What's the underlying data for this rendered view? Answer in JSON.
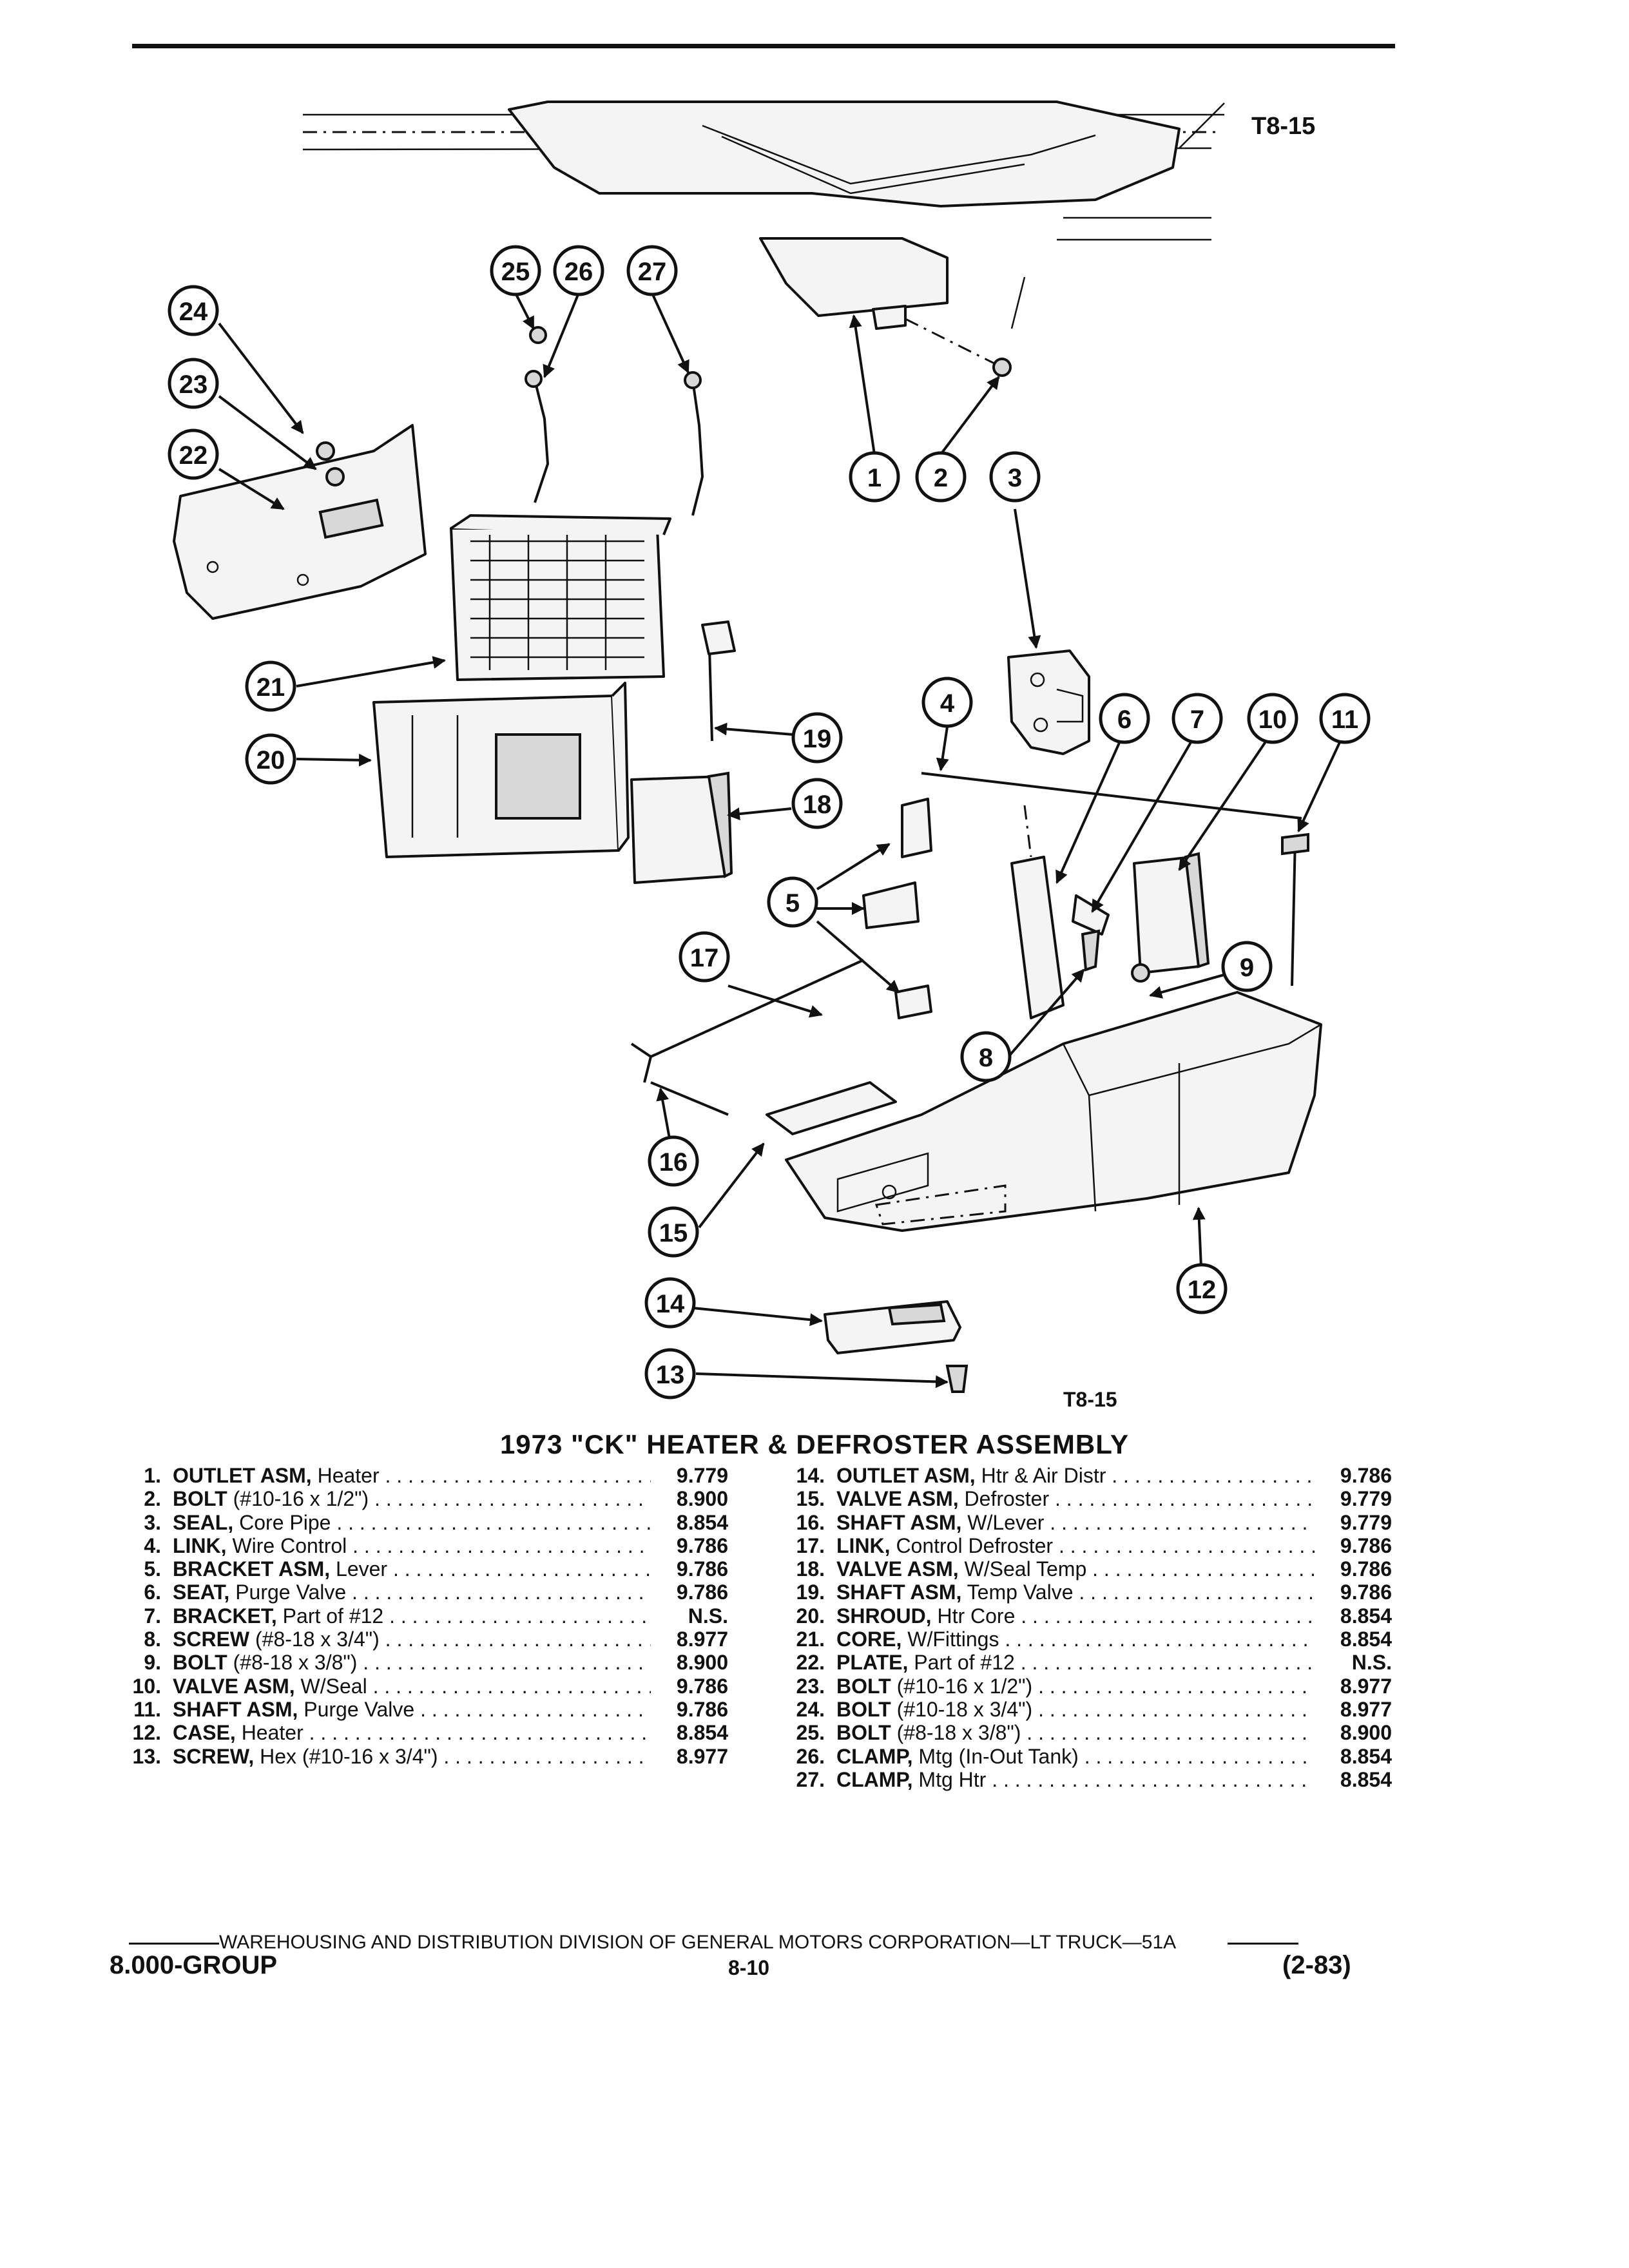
{
  "figure_code_top": "T8-15",
  "figure_code_bottom": "T8-15",
  "title": "1973 \"CK\" HEATER & DEFROSTER ASSEMBLY",
  "callouts": [
    "1",
    "2",
    "3",
    "4",
    "5",
    "6",
    "7",
    "8",
    "9",
    "10",
    "11",
    "12",
    "13",
    "14",
    "15",
    "16",
    "17",
    "18",
    "19",
    "20",
    "21",
    "22",
    "23",
    "24",
    "25",
    "26",
    "27"
  ],
  "parts_left": [
    {
      "num": "1.",
      "name": "OUTLET ASM,",
      "desc": " Heater",
      "code": "9.779"
    },
    {
      "num": "2.",
      "name": "BOLT",
      "desc": " (#10-16 x 1/2\")",
      "code": "8.900"
    },
    {
      "num": "3.",
      "name": "SEAL,",
      "desc": " Core Pipe",
      "code": "8.854"
    },
    {
      "num": "4.",
      "name": "LINK,",
      "desc": " Wire Control",
      "code": "9.786"
    },
    {
      "num": "5.",
      "name": "BRACKET ASM,",
      "desc": " Lever",
      "code": "9.786"
    },
    {
      "num": "6.",
      "name": "SEAT,",
      "desc": " Purge Valve",
      "code": "9.786"
    },
    {
      "num": "7.",
      "name": "BRACKET,",
      "desc": " Part of #12",
      "code": "N.S."
    },
    {
      "num": "8.",
      "name": "SCREW",
      "desc": " (#8-18 x 3/4\")",
      "code": "8.977"
    },
    {
      "num": "9.",
      "name": "BOLT",
      "desc": " (#8-18 x 3/8\")",
      "code": "8.900"
    },
    {
      "num": "10.",
      "name": "VALVE ASM,",
      "desc": " W/Seal",
      "code": "9.786"
    },
    {
      "num": "11.",
      "name": "SHAFT ASM,",
      "desc": " Purge Valve",
      "code": "9.786"
    },
    {
      "num": "12.",
      "name": "CASE,",
      "desc": " Heater",
      "code": "8.854"
    },
    {
      "num": "13.",
      "name": "SCREW,",
      "desc": " Hex (#10-16 x 3/4\")",
      "code": "8.977"
    }
  ],
  "parts_right": [
    {
      "num": "14.",
      "name": "OUTLET ASM,",
      "desc": " Htr & Air Distr",
      "code": "9.786"
    },
    {
      "num": "15.",
      "name": "VALVE ASM,",
      "desc": " Defroster",
      "code": "9.779"
    },
    {
      "num": "16.",
      "name": "SHAFT ASM,",
      "desc": " W/Lever",
      "code": "9.779"
    },
    {
      "num": "17.",
      "name": "LINK,",
      "desc": " Control Defroster",
      "code": "9.786"
    },
    {
      "num": "18.",
      "name": "VALVE ASM,",
      "desc": " W/Seal Temp",
      "code": "9.786"
    },
    {
      "num": "19.",
      "name": "SHAFT ASM,",
      "desc": " Temp Valve",
      "code": "9.786"
    },
    {
      "num": "20.",
      "name": "SHROUD,",
      "desc": " Htr Core",
      "code": "8.854"
    },
    {
      "num": "21.",
      "name": "CORE,",
      "desc": " W/Fittings",
      "code": "8.854"
    },
    {
      "num": "22.",
      "name": "PLATE,",
      "desc": " Part of #12",
      "code": "N.S."
    },
    {
      "num": "23.",
      "name": "BOLT",
      "desc": " (#10-16 x 1/2\")",
      "code": "8.977"
    },
    {
      "num": "24.",
      "name": "BOLT",
      "desc": " (#10-18 x 3/4\")",
      "code": "8.977"
    },
    {
      "num": "25.",
      "name": "BOLT",
      "desc": " (#8-18 x 3/8\")",
      "code": "8.900"
    },
    {
      "num": "26.",
      "name": "CLAMP,",
      "desc": " Mtg (In-Out Tank)",
      "code": "8.854"
    },
    {
      "num": "27.",
      "name": "CLAMP,",
      "desc": " Mtg Htr",
      "code": "8.854"
    }
  ],
  "footer": {
    "division": "WAREHOUSING AND DISTRIBUTION DIVISION OF GENERAL MOTORS CORPORATION—LT TRUCK—51A",
    "group": "8.000-GROUP",
    "page": "8-10",
    "date": "(2-83)"
  }
}
